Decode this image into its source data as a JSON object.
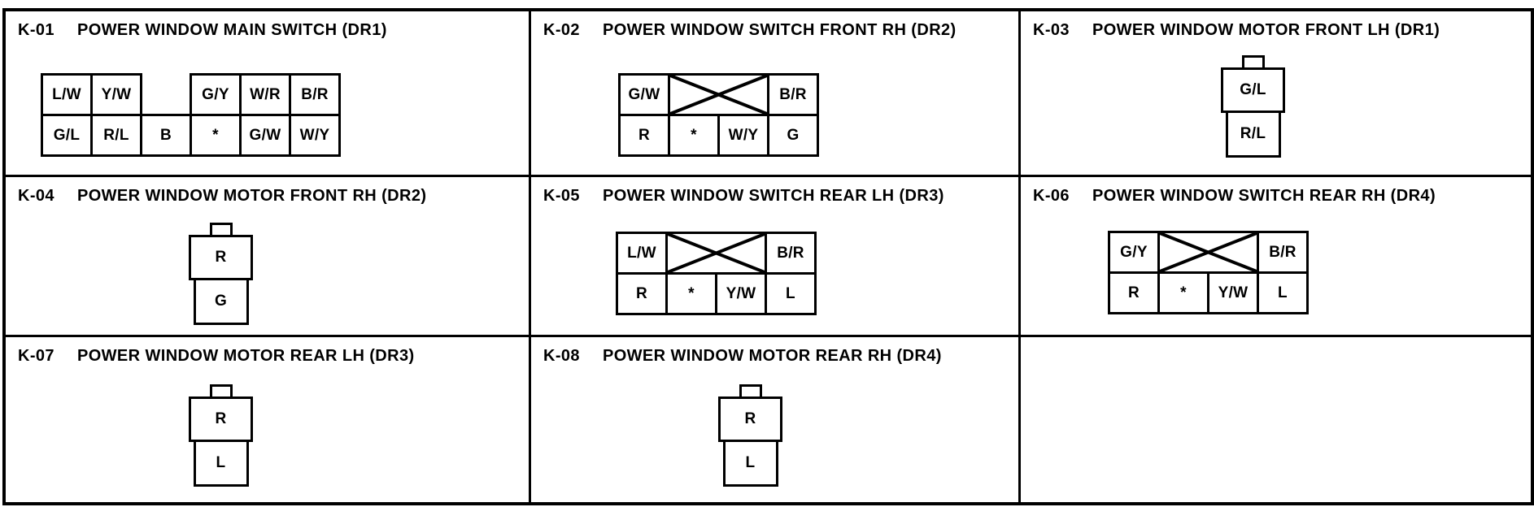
{
  "colors": {
    "ink": "#000000",
    "paper": "#ffffff"
  },
  "panels": [
    {
      "code": "K-01",
      "title": "POWER WINDOW MAIN SWITCH (DR1)",
      "type": "pin-grid",
      "top": [
        "L/W",
        "Y/W",
        null,
        "G/Y",
        "W/R",
        "B/R"
      ],
      "bottom": [
        "G/L",
        "R/L",
        "B",
        "*",
        "G/W",
        "W/Y"
      ]
    },
    {
      "code": "K-02",
      "title": "POWER WINDOW SWITCH FRONT RH (DR2)",
      "type": "switch",
      "top_left": "G/W",
      "top_right": "B/R",
      "bottom": [
        "R",
        "*",
        "W/Y",
        "G"
      ]
    },
    {
      "code": "K-03",
      "title": "POWER WINDOW MOTOR FRONT LH (DR1)",
      "type": "motor",
      "pins": [
        "G/L",
        "R/L"
      ]
    },
    {
      "code": "K-04",
      "title": "POWER WINDOW MOTOR FRONT RH (DR2)",
      "type": "motor",
      "pins": [
        "R",
        "G"
      ]
    },
    {
      "code": "K-05",
      "title": "POWER WINDOW SWITCH REAR LH (DR3)",
      "type": "switch",
      "top_left": "L/W",
      "top_right": "B/R",
      "bottom": [
        "R",
        "*",
        "Y/W",
        "L"
      ]
    },
    {
      "code": "K-06",
      "title": "POWER WINDOW SWITCH REAR RH (DR4)",
      "type": "switch",
      "top_left": "G/Y",
      "top_right": "B/R",
      "bottom": [
        "R",
        "*",
        "Y/W",
        "L"
      ]
    },
    {
      "code": "K-07",
      "title": "POWER WINDOW MOTOR REAR LH (DR3)",
      "type": "motor",
      "pins": [
        "R",
        "L"
      ]
    },
    {
      "code": "K-08",
      "title": "POWER WINDOW MOTOR REAR RH (DR4)",
      "type": "motor",
      "pins": [
        "R",
        "L"
      ]
    }
  ]
}
